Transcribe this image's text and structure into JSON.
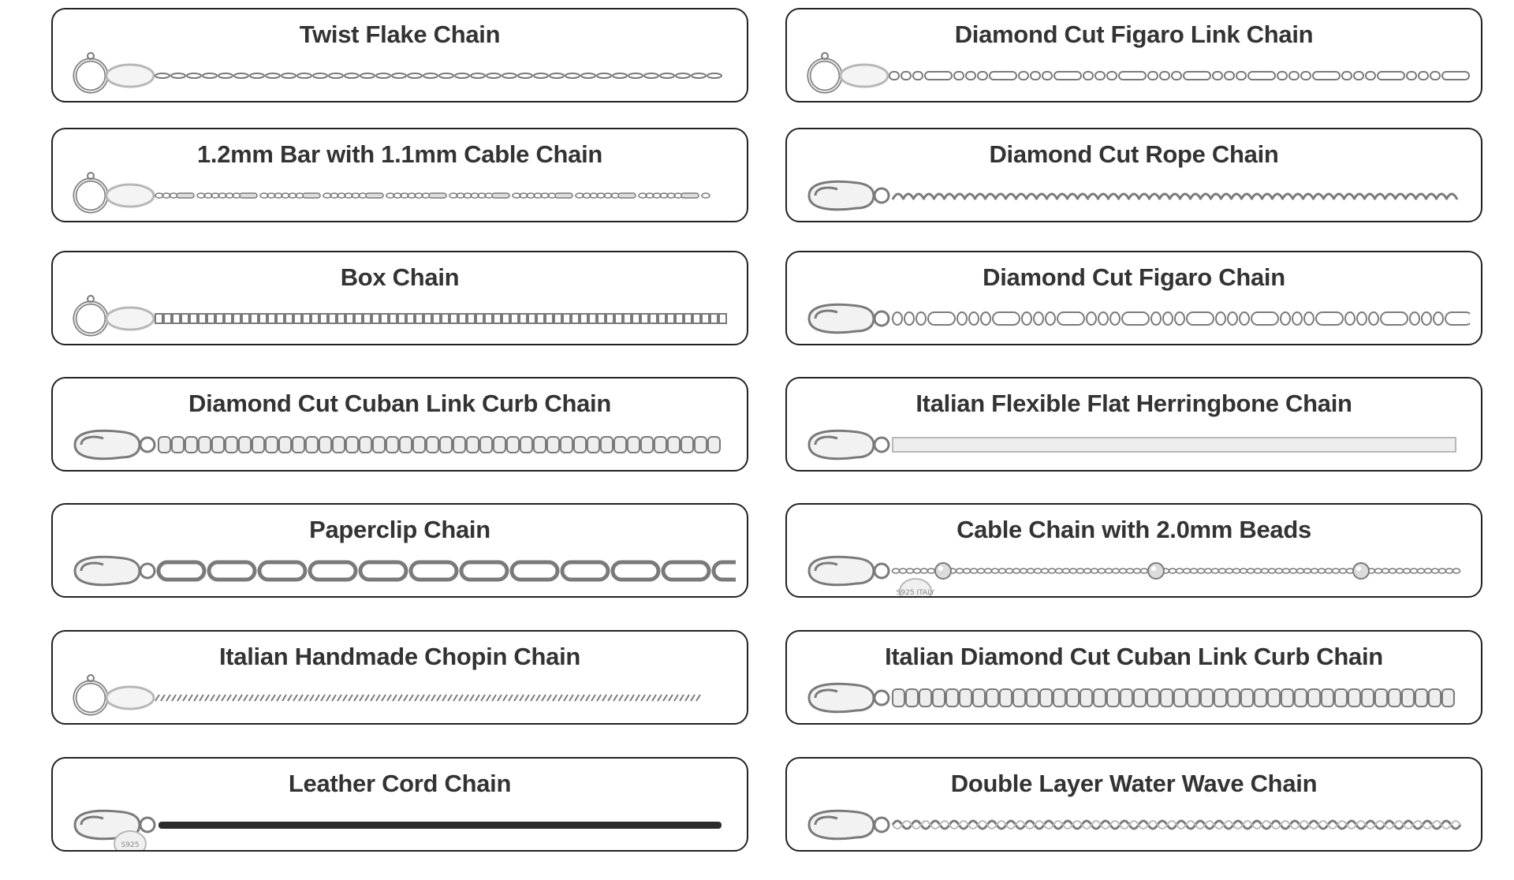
{
  "chains": [
    {
      "title": "Twist Flake Chain",
      "clasp": "spring-ring",
      "link": "twist-flake"
    },
    {
      "title": "Diamond Cut Figaro Link Chain",
      "clasp": "spring-ring",
      "link": "figaro-fine"
    },
    {
      "title": "1.2mm Bar with 1.1mm Cable Chain",
      "clasp": "spring-ring",
      "link": "bar-cable"
    },
    {
      "title": "Diamond Cut Rope Chain",
      "clasp": "lobster",
      "link": "rope"
    },
    {
      "title": "Box Chain",
      "clasp": "spring-ring",
      "link": "box"
    },
    {
      "title": "Diamond Cut Figaro Chain",
      "clasp": "lobster",
      "link": "figaro"
    },
    {
      "title": "Diamond Cut Cuban Link Curb Chain",
      "clasp": "lobster",
      "link": "cuban"
    },
    {
      "title": "Italian Flexible Flat Herringbone Chain",
      "clasp": "lobster",
      "link": "herringbone"
    },
    {
      "title": "Paperclip Chain",
      "clasp": "lobster",
      "link": "paperclip"
    },
    {
      "title": "Cable Chain with 2.0mm Beads",
      "clasp": "lobster",
      "link": "beaded-cable",
      "tag_text": "S925 ITALY"
    },
    {
      "title": "Italian Handmade Chopin Chain",
      "clasp": "spring-ring",
      "link": "chopin"
    },
    {
      "title": "Italian Diamond Cut Cuban Link Curb Chain",
      "clasp": "lobster",
      "link": "cuban-wide"
    },
    {
      "title": "Leather Cord Chain",
      "clasp": "lobster",
      "link": "leather-cord",
      "tag_text": "S925"
    },
    {
      "title": "Double Layer Water Wave Chain",
      "clasp": "lobster",
      "link": "water-wave"
    }
  ],
  "colors": {
    "silver": "#b8b8b8",
    "silver_dark": "#7a7a7a",
    "border": "#222222",
    "cord": "#2b2b2b"
  }
}
